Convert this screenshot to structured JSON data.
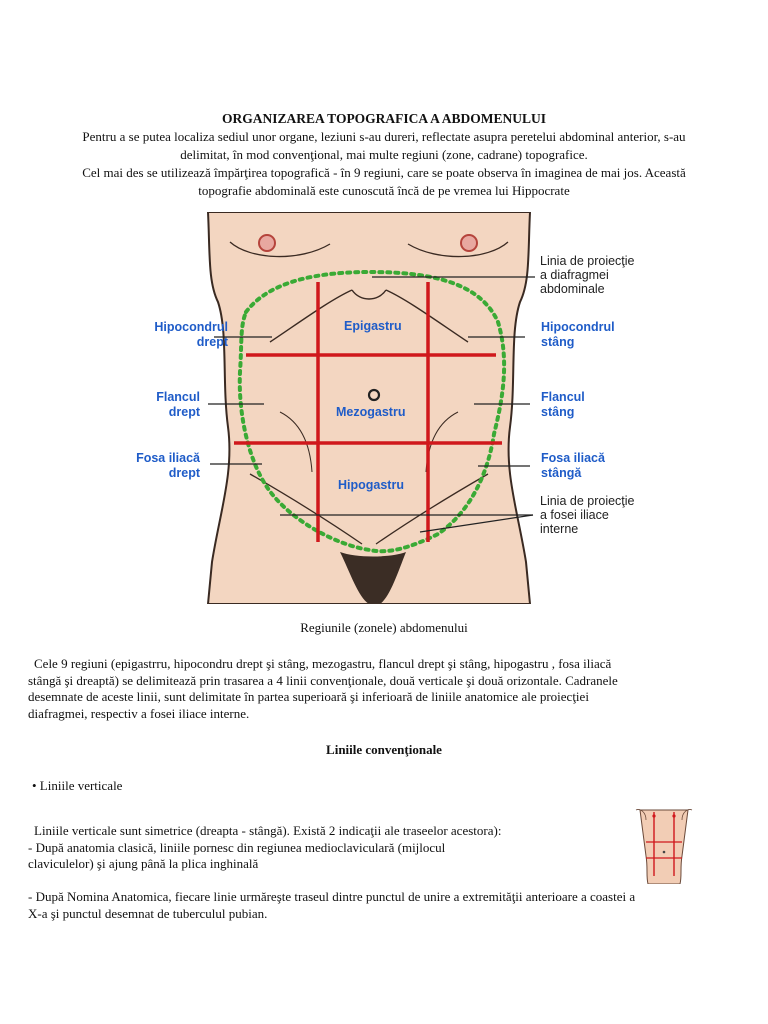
{
  "document": {
    "title": "ORGANIZAREA TOPOGRAFICA A ABDOMENULUI",
    "intro_lines": [
      "Pentru a se putea localiza sediul unor organe, leziuni s-au dureri, reflectate asupra peretelui abdominal anterior, s-au",
      "delimitat, în mod convenţional, mai multe regiuni (zone, cadrane) topografice.",
      "Cel mai des se utilizează împărţirea topografică - în 9 regiuni, care se poate observa în imaginea de mai jos. Această",
      "topografie abdominală este cunoscută încă de pe vremea lui Hippocrate"
    ],
    "caption": "Regiunile (zonele) abdomenului",
    "paragraph_regions": [
      "Cele 9 regiuni (epigastrru, hipocondru drept şi stâng, mezogastru, flancul drept şi stâng, hipogastru , fosa iliacă",
      "stângă şi dreaptă) se delimitează prin trasarea a 4 linii convenţionale, două verticale şi două orizontale. Cadranele",
      "desemnate de aceste linii, sunt delimitate în partea superioară şi inferioară de liniile anatomice ale proiecţiei",
      "diafragmei, respectiv a fosei iliace interne."
    ],
    "heading": "Liniile convenţionale",
    "bullet": "• Liniile verticale",
    "paragraph_vertical": [
      "Liniile verticale sunt simetrice (dreapta - stângă). Există 2 indicaţii ale traseelor acestora):",
      " - După anatomia clasică, liniile pornesc din regiunea medioclaviculară (mijlocul",
      "claviculelor) şi ajung până la plica inghinală"
    ],
    "paragraph_nomina": [
      " - După Nomina Anatomica, fiecare linie urmăreşte traseul dintre punctul de unire a extremităţii anterioare a coastei a",
      "X-a şi punctul desemnat de tuberculul pubian."
    ]
  },
  "figure": {
    "left_labels": {
      "hipocondrul_drept": [
        "Hipocondrul",
        "drept"
      ],
      "flancul_drept": [
        "Flancul",
        "drept"
      ],
      "fosa_iliaca_dreapta": [
        "Fosa iliacă",
        "drept"
      ]
    },
    "right_labels": {
      "hipocondrul_stang": [
        "Hipocondrul",
        "stâng"
      ],
      "flancul_stang": [
        "Flancul",
        "stâng"
      ],
      "fosa_iliaca_stanga": [
        "Fosa iliacă",
        "stângă"
      ]
    },
    "center_labels": {
      "epigastru": "Epigastru",
      "mezogastru": "Mezogastru",
      "hipogastru": "Hipogastru"
    },
    "annotations": {
      "diafragm": [
        "Linia de proiecţie",
        "a diafragmei",
        "abdominale"
      ],
      "fosa_iliaca": [
        "Linia de proiecţie",
        "a fosei iliace",
        "interne"
      ]
    },
    "colors": {
      "skin": "#f3d6c1",
      "outline": "#3a2a22",
      "grid_lines": "#d0181c",
      "dashed_line": "#3aaa35",
      "labels": "#1f5cc8"
    }
  }
}
